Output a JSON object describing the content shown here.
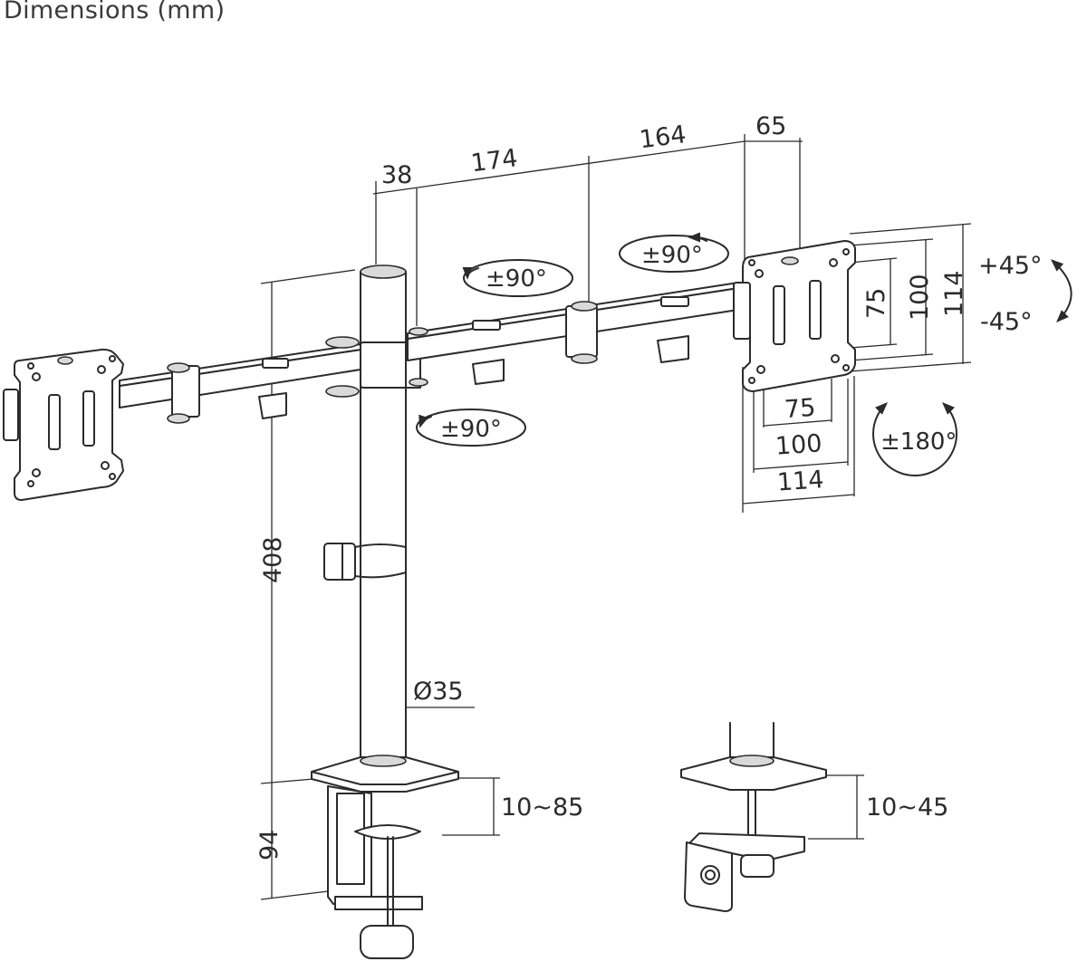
{
  "title": "Dimensions (mm)",
  "dimensions": {
    "arm_offset": "38",
    "arm_segment_1": "174",
    "arm_segment_2": "164",
    "head_depth": "65",
    "pole_height": "408",
    "pole_diameter": "Ø35",
    "clamp_height": "94",
    "clamp_range": "10~85",
    "grommet_range": "10~45",
    "vesa_h_75": "75",
    "vesa_h_100": "100",
    "vesa_h_114": "114",
    "vesa_v_75": "75",
    "vesa_v_100": "100",
    "vesa_v_114": "114"
  },
  "rotations": {
    "joint_upper_left": "±90°",
    "joint_upper_right": "±90°",
    "joint_lower": "±90°",
    "tilt_up": "+45°",
    "tilt_down": "-45°",
    "rotate": "±180°"
  }
}
